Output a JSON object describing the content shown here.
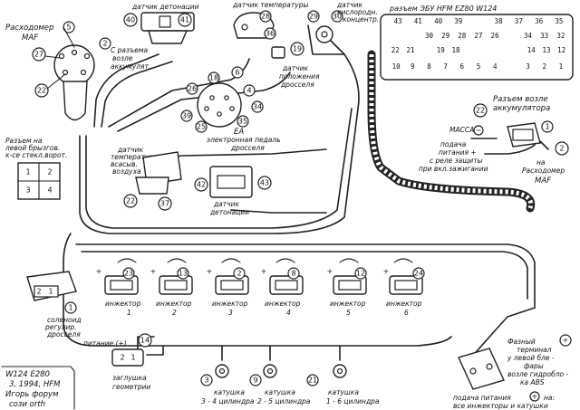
{
  "components": {
    "maf": {
      "title": "Расходомер",
      "title2": "MAF",
      "pins": [
        "5",
        "27",
        "22"
      ]
    },
    "maf_plug": {
      "l1": "С разъема",
      "l2": "возле",
      "l3": "аккумулят.",
      "pin": "2"
    },
    "knock1": {
      "title": "датчик детонации",
      "pins": [
        "40",
        "41"
      ]
    },
    "temp_sensor": {
      "title": "датчик температуры",
      "pins": [
        "28",
        "36"
      ]
    },
    "tps": {
      "pin": "19",
      "l1": "датчик",
      "l2": "положения",
      "l3": "дросселя"
    },
    "o2": {
      "pins": [
        "29",
        "30"
      ],
      "l1": "датчик",
      "l2": "кислородн.",
      "l3": "концентр."
    },
    "pedal": {
      "pins": [
        "18",
        "6",
        "26",
        "4",
        "39",
        "25",
        "34",
        "35"
      ],
      "l1": "EA",
      "l2": "электронная педаль",
      "l3": "дросселя"
    },
    "intake_temp": {
      "l1": "датчик",
      "l2": "температуры",
      "l3": "всасыв.",
      "l4": "воздуха",
      "pins": [
        "22",
        "37"
      ]
    },
    "knock2": {
      "pins": [
        "42",
        "43"
      ],
      "l1": "датчик",
      "l2": "детонации"
    },
    "diag": {
      "title1": "Разъем на",
      "title2": "левой брызгов.",
      "title3": "к-се стекл.ворот.",
      "pins": [
        "1",
        "2",
        "3",
        "4"
      ]
    },
    "idle_valve": {
      "pins": [
        "2",
        "1"
      ],
      "l1": "соленоид",
      "l2": "регулир.",
      "l3": "дросселя"
    },
    "injectors": [
      {
        "pin": "23",
        "label": "инжектор",
        "num": "1"
      },
      {
        "pin": "13",
        "label": "инжектор",
        "num": "2"
      },
      {
        "pin": "2",
        "label": "инжектор",
        "num": "3"
      },
      {
        "pin": "8",
        "label": "инжектор",
        "num": "4"
      },
      {
        "pin": "12",
        "label": "инжектор",
        "num": "5"
      },
      {
        "pin": "24",
        "label": "инжектор",
        "num": "6"
      }
    ],
    "ecu": {
      "title": "разъем ЭБУ HFM EZ80 W124",
      "row1": [
        "43",
        "41",
        "40",
        "39",
        "",
        "38",
        "37",
        "36",
        "35"
      ],
      "row2": [
        "",
        "",
        "30",
        "29",
        "28",
        "27",
        "26",
        "",
        "34",
        "33",
        "32"
      ],
      "row3": [
        "22",
        "21",
        "",
        "19",
        "18",
        "",
        "",
        "",
        "",
        "14",
        "13",
        "12"
      ],
      "row4": [
        "10",
        "9",
        "8",
        "7",
        "6",
        "5",
        "4",
        "",
        "3",
        "2",
        "1"
      ]
    },
    "ground": {
      "pin": "22",
      "label": "МАССА",
      "sign": "−"
    },
    "battery_conn": {
      "l1": "Разъем возле",
      "l2": "аккумулятора",
      "pin": "1"
    },
    "relay_feed": {
      "l1": "подача",
      "l2": "питания +",
      "l3": "с реле защиты",
      "l4": "при вкл.зажигании"
    },
    "maf_feed": {
      "pin": "2",
      "l1": "на",
      "l2": "Расходомер",
      "l3": "MAF"
    },
    "power_plus": {
      "label": "питание (+)"
    },
    "ignition_plug": {
      "pins": [
        "2",
        "1",
        "14"
      ],
      "l1": "заглушка",
      "l2": "геометрии"
    },
    "coils": [
      {
        "pin": "3",
        "l1": "катушка",
        "l2": "3 - 4 цилиндра"
      },
      {
        "pin": "9",
        "l1": "катушка",
        "l2": "2 - 5 цилиндра"
      },
      {
        "pin": "21",
        "l1": "катушка",
        "l2": "1 - 6 цилиндра"
      }
    ],
    "phase_terminal": {
      "l1": "Фазный",
      "l2": "терминал",
      "l3": "у левой бле -",
      "l4": "фары",
      "l5": "возле гидробло -",
      "l6": "ка ABS"
    },
    "bottom_feed": {
      "l1": "подача питания",
      "l2": "на:",
      "l3": "все инжекторы и катушки"
    },
    "signature": {
      "l1": "W124 E280",
      "l2": "3, 1994, HFM",
      "l3": "Игорь форум",
      "l4": "сози orth"
    }
  }
}
